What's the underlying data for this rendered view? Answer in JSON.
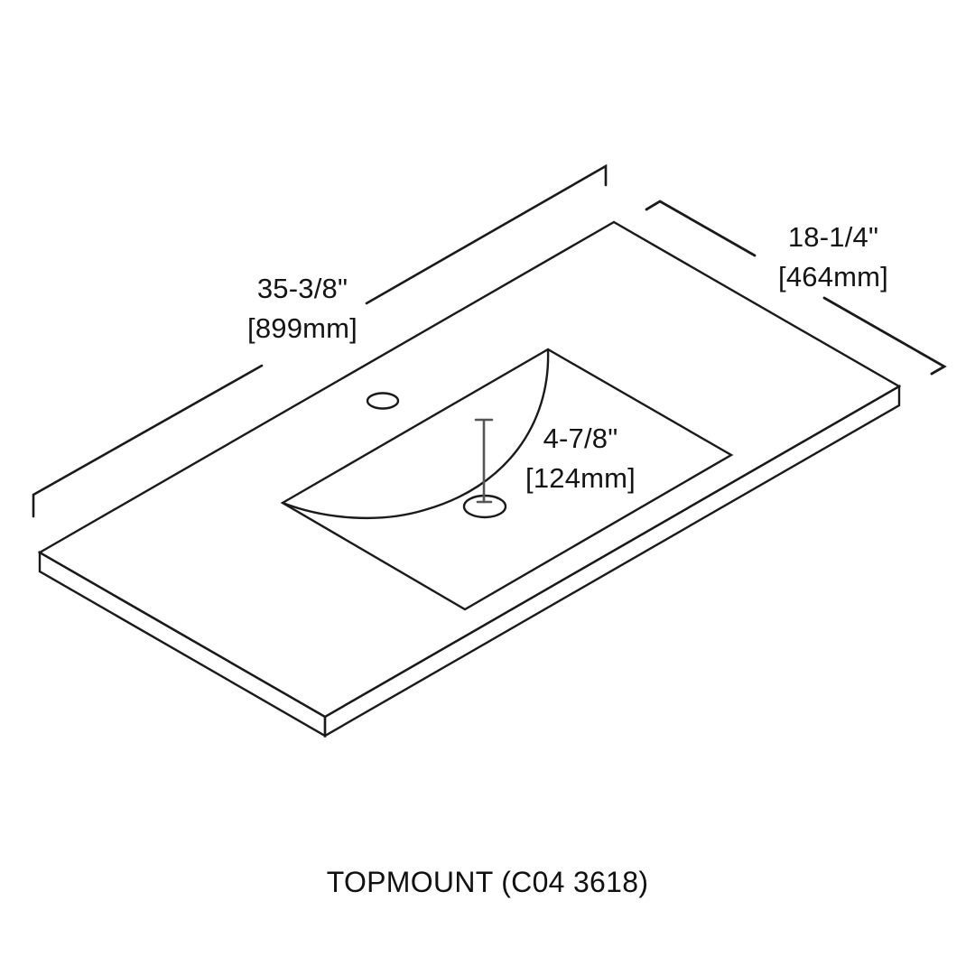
{
  "diagram": {
    "type": "isometric-line-drawing",
    "subject": "vanity countertop with integrated sink",
    "stroke_color": "#1a1a1a",
    "background_color": "#ffffff"
  },
  "dimensions": {
    "length": {
      "imperial": "35-3/8\"",
      "metric": "[899mm]"
    },
    "depth": {
      "imperial": "18-1/4\"",
      "metric": "[464mm]"
    },
    "basin_depth": {
      "imperial": "4-7/8\"",
      "metric": "[124mm]"
    }
  },
  "caption": "TOPMOUNT (C04 3618)"
}
